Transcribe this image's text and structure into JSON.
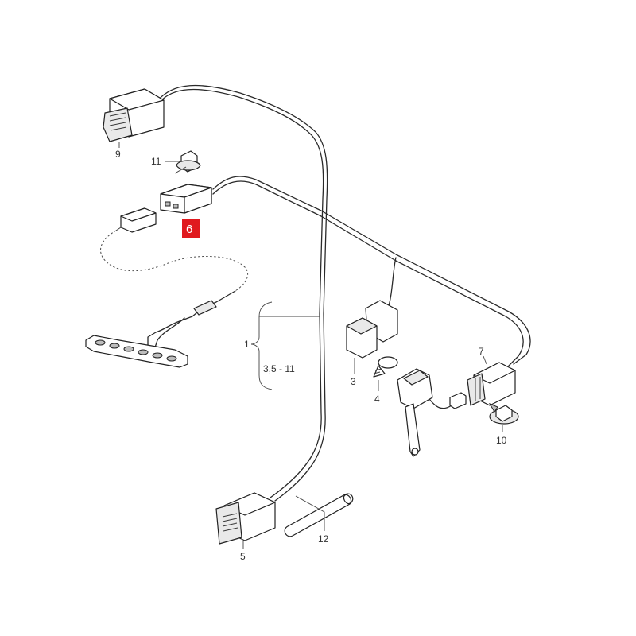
{
  "diagram": {
    "highlight_color": "#e0191e",
    "callouts": {
      "c1": "1",
      "c1_range": "3,5 - 11",
      "c3": "3",
      "c4": "4",
      "c5": "5",
      "c6": "6",
      "c7": "7",
      "c9": "9",
      "c10": "10",
      "c11": "11",
      "c12": "12"
    }
  }
}
